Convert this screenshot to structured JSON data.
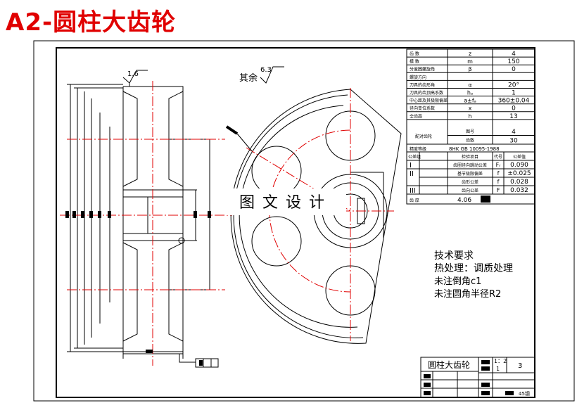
{
  "title": "A2-圆柱大齿轮",
  "surface_finish": {
    "general_label": "其余",
    "general_value": "6.3",
    "value_top": "1.6"
  },
  "stamp": "图 文 设 计",
  "parameters": [
    {
      "name": "齿  数",
      "symbol": "z",
      "value": "4"
    },
    {
      "name": "模  数",
      "symbol": "m",
      "value": "150"
    },
    {
      "name": "分度圆螺旋角",
      "symbol": "β",
      "value": "0"
    },
    {
      "name": "螺旋方向",
      "symbol": "",
      "value": ""
    },
    {
      "name": "刀具的齿形角",
      "symbol": "α",
      "value": "20°"
    },
    {
      "name": "刀具的齿顶高系数",
      "symbol": "hₐ",
      "value": "1"
    },
    {
      "name": "中心距及其极限偏差",
      "symbol": "a±fₐ",
      "value": "360±0.04"
    },
    {
      "name": "径向变位系数",
      "symbol": "x",
      "value": "0"
    },
    {
      "name": "全齿高",
      "symbol": "h",
      "value": "13"
    }
  ],
  "mating_gear": {
    "label": "配对齿轮",
    "rows": [
      {
        "name": "图号",
        "value": "4"
      },
      {
        "name": "齿数",
        "value": "30"
      }
    ]
  },
  "accuracy": {
    "label": "精度等级",
    "value": "8HK GB 10095-1988"
  },
  "tolerance_header": {
    "group": "公差组",
    "item": "检验项目",
    "code": "代号",
    "value": "公差值"
  },
  "tolerances": [
    {
      "group": "I",
      "item": "齿圈径向跳动公差",
      "code": "Fᵣ",
      "value": "0.090"
    },
    {
      "group": "II",
      "item": "基节极限偏差",
      "code": "f",
      "value": "±0.025"
    },
    {
      "group": "",
      "item": "齿形公差",
      "code": "f",
      "value": "0.028"
    },
    {
      "group": "III",
      "item": "齿向公差",
      "code": "F",
      "value": "0.032"
    }
  ],
  "tooth_thickness": {
    "label": "齿 厚",
    "value": "4.06"
  },
  "tech_requirements": {
    "heading": "技术要求",
    "lines": [
      "热处理：调质处理",
      "未注倒角c1",
      "未注圆角半径R2"
    ]
  },
  "title_block": {
    "name": "圆柱大齿轮",
    "scale": "1：2",
    "qty": "1",
    "sheet": "3",
    "material": "45钢"
  },
  "colors": {
    "title": "#e00000",
    "centerline": "#e00000",
    "line": "#000000"
  }
}
